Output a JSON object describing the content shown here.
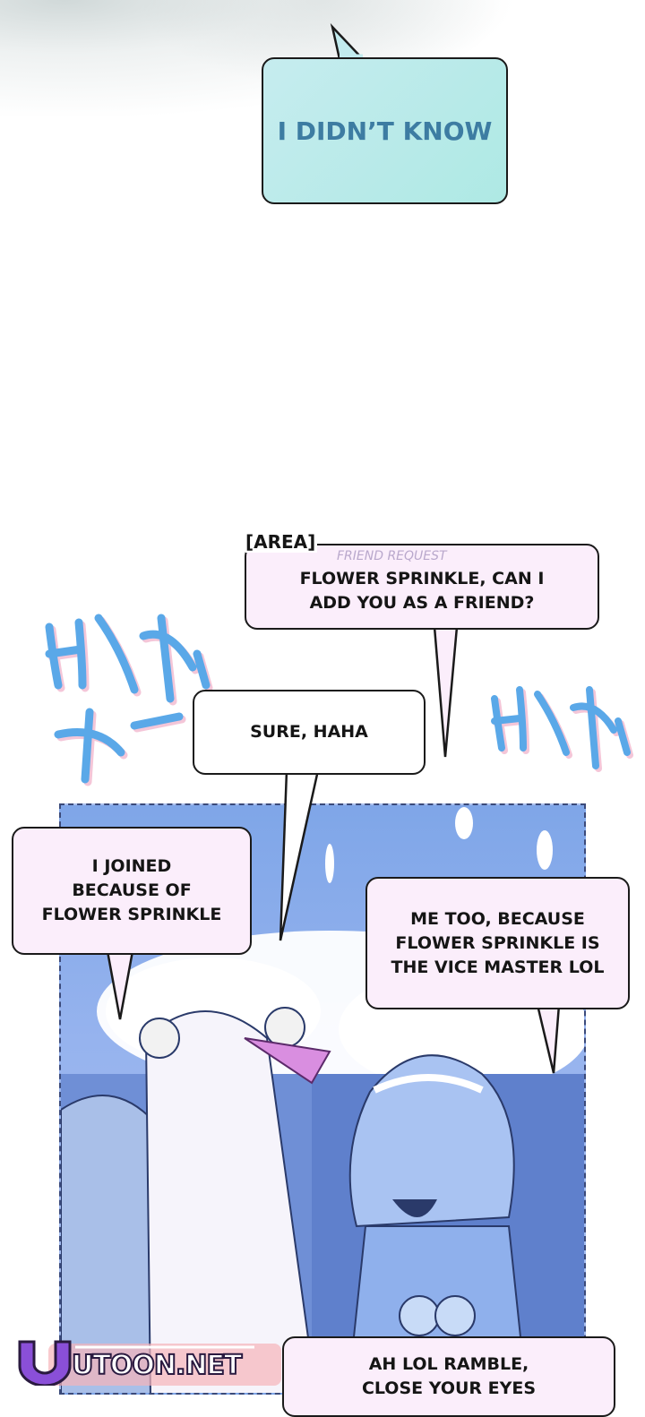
{
  "bubbles": {
    "didnt_know": "I DIDN’T KNOW",
    "area_tag": "[AREA]",
    "friend_request_label": "FRIEND REQUEST",
    "friend_request": [
      "FLOWER SPRINKLE, CAN I",
      "ADD YOU AS A FRIEND?"
    ],
    "sure": "SURE, HAHA",
    "joined": [
      "I JOINED",
      "BECAUSE OF",
      "FLOWER SPRINKLE"
    ],
    "me_too": [
      "ME TOO, BECAUSE",
      "FLOWER SPRINKLE IS",
      "THE VICE MASTER LOL"
    ],
    "ramble": [
      "AH LOL RAMBLE,",
      "CLOSE YOUR EYES"
    ]
  },
  "sfx": [
    "북적",
    "북적"
  ],
  "watermark": "UTOON.NET",
  "colors": {
    "panel_blue": "#8fb0ec",
    "bubble_pink": "#fbeefb",
    "bubble_teal": "#b6eae7",
    "teal_text": "#3d7ca2",
    "sfx_blue": "#5aa8e8"
  }
}
